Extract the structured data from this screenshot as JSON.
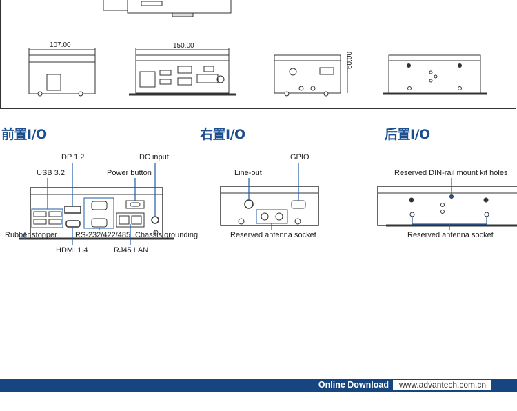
{
  "dimensions": {
    "width_side": "107.00",
    "width_front": "150.00",
    "height": "60.00"
  },
  "sections": {
    "front": {
      "title": "前置I/O",
      "labels": {
        "dp": "DP 1.2",
        "usb": "USB 3.2",
        "dc": "DC input",
        "power": "Power button",
        "rubber": "Rubber stopper",
        "serial": "RS-232/422/485",
        "ground": "Chassis grounding",
        "hdmi": "HDMI 1.4",
        "lan": "RJ45 LAN"
      }
    },
    "right": {
      "title": "右置I/O",
      "labels": {
        "lineout": "Line-out",
        "gpio": "GPIO",
        "antenna": "Reserved antenna socket"
      }
    },
    "rear": {
      "title": "后置I/O",
      "labels": {
        "din": "Reserved DIN-rail mount kit holes",
        "antenna": "Reserved antenna socket"
      }
    }
  },
  "footer": {
    "label": "Online Download",
    "url": "www.advantech.com.cn"
  },
  "colors": {
    "accent": "#1b4f8f",
    "banner": "#17457f",
    "callout": "#1b5da4"
  }
}
